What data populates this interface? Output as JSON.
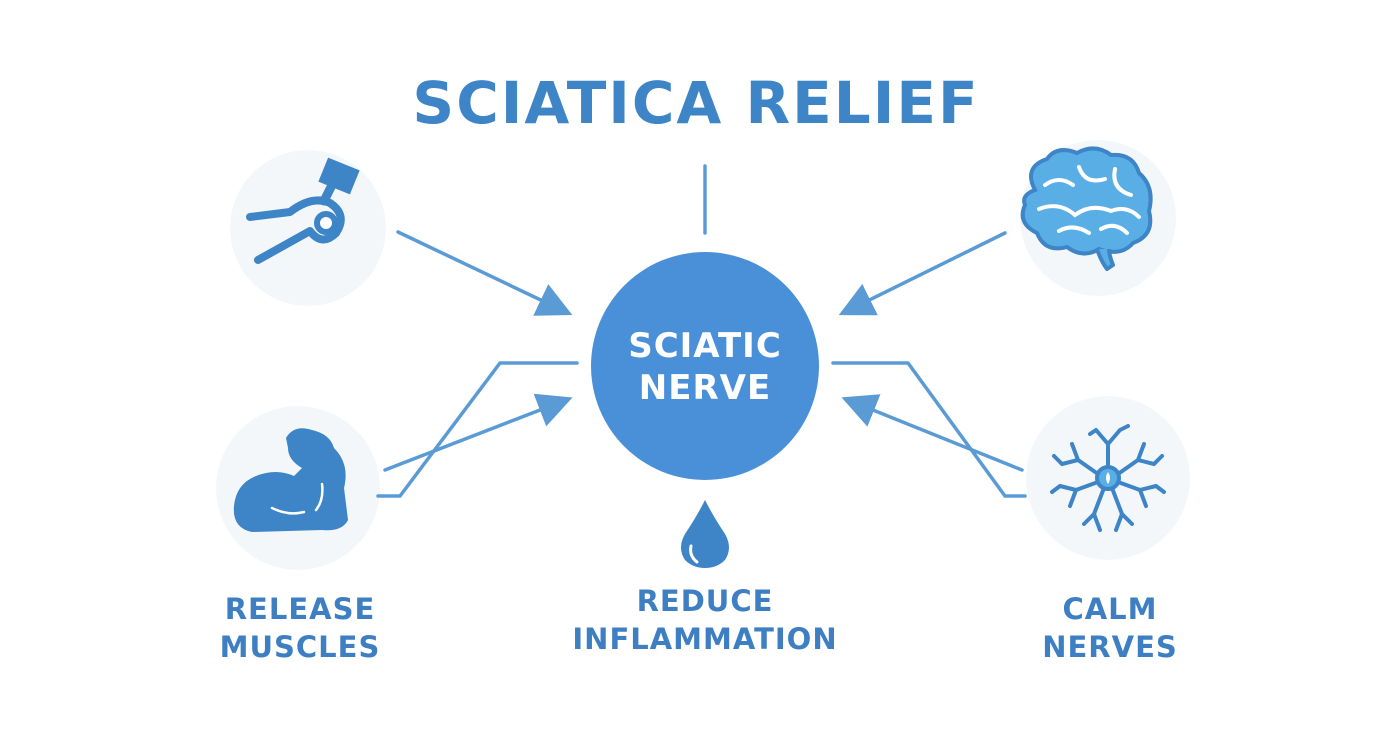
{
  "title": "SCIATICA RELIEF",
  "hub": {
    "line1": "SCIATIC",
    "line2": "NERVE"
  },
  "labels": {
    "left": [
      "RELEASE",
      "MUSCLES"
    ],
    "center": [
      "REDUCE",
      "INFLAMMATION"
    ],
    "right": [
      "CALM",
      "NERVES"
    ]
  },
  "icons": {
    "top_left": "stretch-machine-icon",
    "top_right": "brain-icon",
    "bottom_left": "flexed-arm-icon",
    "bottom_right": "neuron-icon",
    "center": "water-drop-icon"
  },
  "colors": {
    "primary": "#3d85c6",
    "hub": "#4a90d9",
    "connector": "#5b9bd5",
    "icon_light": "#5aaee6",
    "icon_halo": "#f2f6fa"
  }
}
